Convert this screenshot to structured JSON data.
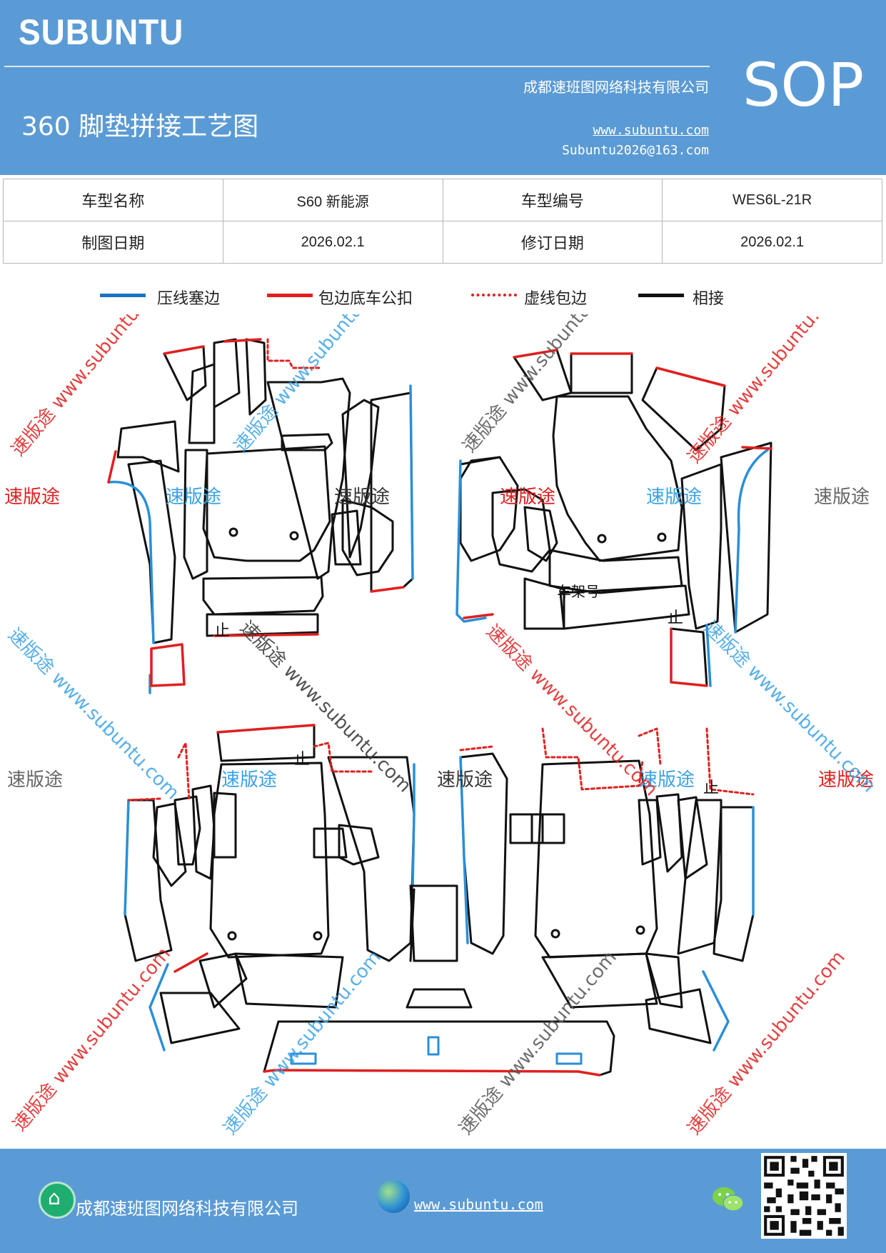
{
  "header": {
    "brand": "SUBUNTU",
    "company": "成都速班图网络科技有限公司",
    "title": "360 脚垫拼接工艺图",
    "website": "www.subuntu.com",
    "email": "Subuntu2026@163.com",
    "badge": "SOP"
  },
  "info_table": {
    "rows": [
      [
        "车型名称",
        "S60 新能源",
        "车型编号",
        "WES6L-21R"
      ],
      [
        "制图日期",
        "2026.02.1",
        "修订日期",
        "2026.02.1"
      ]
    ]
  },
  "legend": [
    {
      "label": "压线塞边",
      "color": "#1a72c4",
      "style": "solid"
    },
    {
      "label": "包边底车公扣",
      "color": "#e0201f",
      "style": "solid"
    },
    {
      "label": "虚线包边",
      "color": "#e0201f",
      "style": "dashed"
    },
    {
      "label": "相接",
      "color": "#111111",
      "style": "solid"
    }
  ],
  "diagram": {
    "car_frame_label": "车架号",
    "watermark_brand": "速版途",
    "watermark_site": "速版途 www.subuntu.com",
    "colors": {
      "blue": "#2a8fd8",
      "red": "#e0201f",
      "black": "#111111",
      "wm_red": "#e0201f",
      "wm_blue": "#3aa2e6",
      "wm_gray": "#666666"
    }
  },
  "footer": {
    "company": "成都速班图网络科技有限公司",
    "website": "www.subuntu.com",
    "icons": [
      "home-icon",
      "globe-icon",
      "wechat-icon",
      "qr-code"
    ]
  }
}
